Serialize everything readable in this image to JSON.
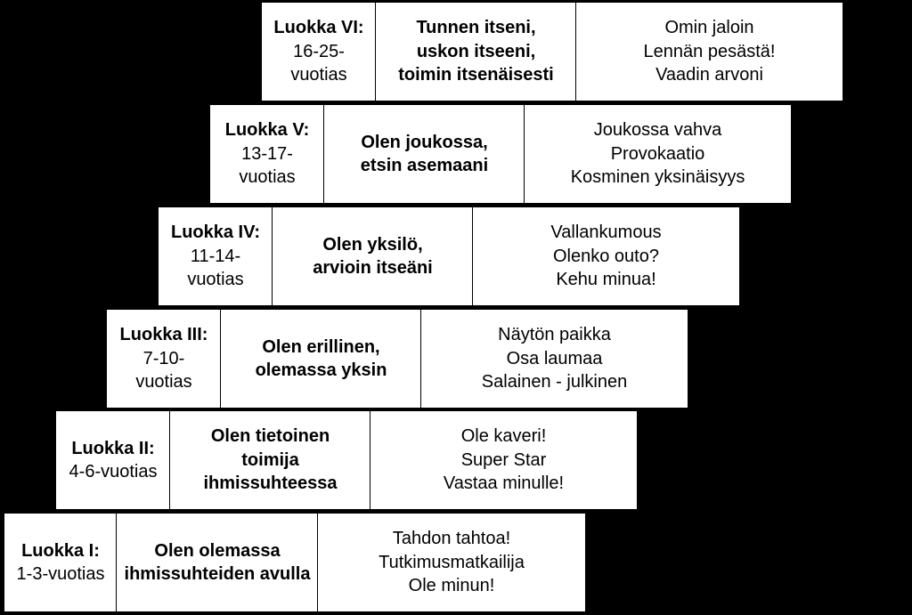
{
  "stages": [
    {
      "label": "Luokka VI:",
      "age_lines": [
        "16-25-",
        "vuotias"
      ],
      "need_lines": [
        "Tunnen itseni,",
        "uskon itseeni,",
        "toimin itsenäisesti"
      ],
      "expressions": [
        "Omin jaloin",
        "Lennän pesästä!",
        "Vaadin arvoni"
      ]
    },
    {
      "label": "Luokka V:",
      "age_lines": [
        "13-17-",
        "vuotias"
      ],
      "need_lines": [
        "Olen joukossa,",
        "etsin asemaani"
      ],
      "expressions": [
        "Joukossa vahva",
        "Provokaatio",
        "Kosminen yksinäisyys"
      ]
    },
    {
      "label": "Luokka IV:",
      "age_lines": [
        "11-14-",
        "vuotias"
      ],
      "need_lines": [
        "Olen yksilö,",
        "arvioin itseäni"
      ],
      "expressions": [
        "Vallankumous",
        "Olenko outo?",
        "Kehu minua!"
      ]
    },
    {
      "label": "Luokka III:",
      "age_lines": [
        "7-10-",
        "vuotias"
      ],
      "need_lines": [
        "Olen erillinen,",
        "olemassa yksin"
      ],
      "expressions": [
        "Näytön paikka",
        "Osa laumaa",
        "Salainen - julkinen"
      ]
    },
    {
      "label": "Luokka II:",
      "age_lines": [
        "4-6-vuotias"
      ],
      "need_lines": [
        "Olen tietoinen",
        "toimija",
        "ihmissuhteessa"
      ],
      "expressions": [
        "Ole kaveri!",
        "Super Star",
        "Vastaa minulle!"
      ]
    },
    {
      "label": "Luokka I:",
      "age_lines": [
        "1-3-vuotias"
      ],
      "need_lines": [
        "Olen olemassa",
        "ihmissuhteiden avulla"
      ],
      "expressions": [
        "Tahdon tahtoa!",
        "Tutkimusmatkailija",
        "Ole minun!"
      ]
    }
  ]
}
